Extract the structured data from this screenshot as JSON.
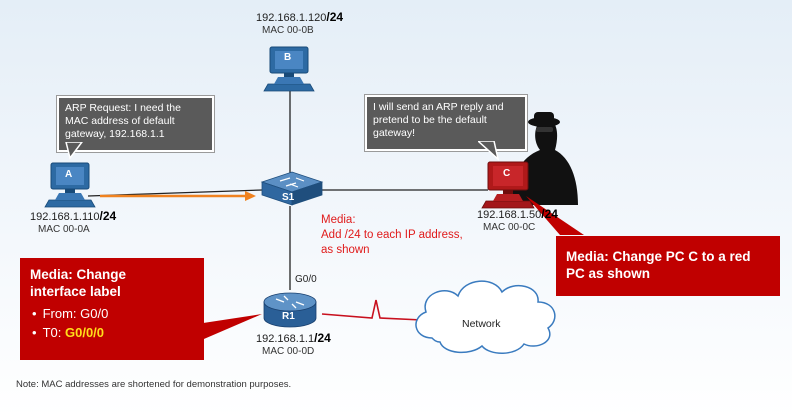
{
  "pcs": {
    "a": {
      "letter": "A",
      "ip": "192.168.1.110",
      "mask": "/24",
      "mac": "MAC 00-0A"
    },
    "b": {
      "letter": "B",
      "ip": "192.168.1.120",
      "mask": "/24",
      "mac": "MAC 00-0B"
    },
    "c": {
      "letter": "C",
      "ip": "192.168.1.50",
      "mask": "/24",
      "mac": "MAC 00-0C",
      "color": "#b0191a"
    }
  },
  "switch": {
    "label": "S1"
  },
  "router": {
    "label": "R1",
    "interface": "G0/0",
    "ip": "192.168.1.1",
    "mask": "/24",
    "mac": "MAC 00-0D"
  },
  "network": {
    "label": "Network"
  },
  "bubbles": {
    "arp_request": "ARP Request: I need the MAC address of default gateway, 192.168.1.1",
    "arp_reply": "I will send an ARP reply and pretend to be the default gateway!"
  },
  "notes": {
    "media_ip": {
      "line1": "Media:",
      "line2": "Add /24 to each IP address,",
      "line3": "as shown"
    },
    "footer": "Note: MAC addresses are shortened for demonstration purposes."
  },
  "callouts": {
    "right": {
      "line1": "Media: Change PC C to a red",
      "line2": "PC as shown"
    },
    "left": {
      "line1": "Media: Change",
      "line2": "interface label",
      "from_label": "From:",
      "from_value": "G0/0",
      "to_label": "T0:",
      "to_value": "G0/0/0"
    }
  },
  "colors": {
    "callout": "#c00000",
    "arrow": "#f0821f",
    "link_red": "#c8101e",
    "highlight": "#ffde1a",
    "media_text": "#e01b1b"
  }
}
